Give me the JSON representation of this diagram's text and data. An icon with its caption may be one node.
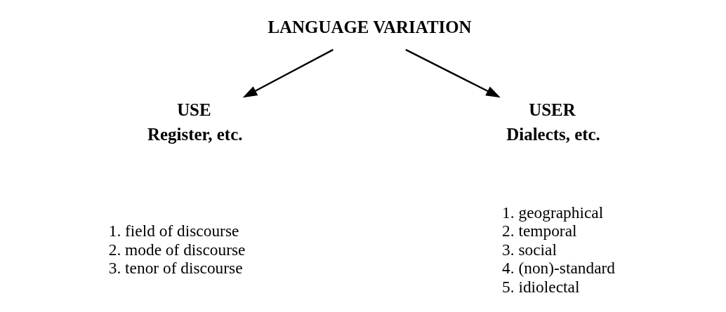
{
  "diagram": {
    "nodes": [
      {
        "text": [
          "LANGUAGE VARIATION"
        ]
      },
      {
        "text": [
          "USE",
          "Register, etc."
        ],
        "beside": [
          "1. field of discourse",
          "2. mode of discourse",
          "3. tenor of discourse"
        ]
      },
      {
        "text": [
          "USER",
          "Dialects, etc."
        ],
        "beside": [
          "1. geographical",
          "2. temporal",
          "3. social",
          "4. (non)-standard",
          "5. idiolectal"
        ]
      }
    ],
    "edges": [
      {
        "from": 0,
        "to": 1,
        "arrow": "to"
      },
      {
        "from": 0,
        "to": 2,
        "arrow": "to"
      }
    ]
  }
}
